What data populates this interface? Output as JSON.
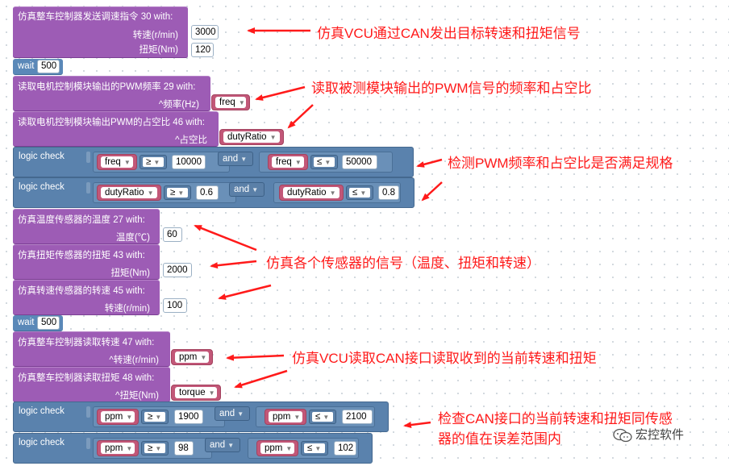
{
  "blocks": {
    "b1": {
      "title": "仿真整车控制器发送调速指令  30  with:",
      "p1": "转速(r/min)",
      "v1": "3000",
      "p2": "扭矩(Nm)",
      "v2": "120"
    },
    "wait1": {
      "label": "wait",
      "value": "500"
    },
    "b2": {
      "title": "读取电机控制模块输出的PWM频率  29  with:",
      "p1": "^频率(Hz)",
      "v1": "freq"
    },
    "b3": {
      "title": "读取电机控制模块输出PWM的占空比  46  with:",
      "p1": "^占空比",
      "v1": "dutyRatio"
    },
    "lc1": {
      "label": "logic check",
      "a_var": "freq",
      "a_op": "≥",
      "a_val": "10000",
      "join": "and",
      "b_var": "freq",
      "b_op": "≤",
      "b_val": "50000"
    },
    "lc2": {
      "label": "logic check",
      "a_var": "dutyRatio",
      "a_op": "≥",
      "a_val": "0.6",
      "join": "and",
      "b_var": "dutyRatio",
      "b_op": "≤",
      "b_val": "0.8"
    },
    "b4": {
      "title": "仿真温度传感器的温度  27  with:",
      "p1": "温度(℃)",
      "v1": "60"
    },
    "b5": {
      "title": "仿真扭矩传感器的扭矩  43  with:",
      "p1": "扭矩(Nm)",
      "v1": "2000"
    },
    "b6": {
      "title": "仿真转速传感器的转速  45  with:",
      "p1": "转速(r/min)",
      "v1": "100"
    },
    "wait2": {
      "label": "wait",
      "value": "500"
    },
    "b7": {
      "title": "仿真整车控制器读取转速  47  with:",
      "p1": "^转速(r/min)",
      "v1": "ppm"
    },
    "b8": {
      "title": "仿真整车控制器读取扭矩  48  with:",
      "p1": "^扭矩(Nm)",
      "v1": "torque"
    },
    "lc3": {
      "label": "logic check",
      "a_var": "ppm",
      "a_op": "≥",
      "a_val": "1900",
      "join": "and",
      "b_var": "ppm",
      "b_op": "≤",
      "b_val": "2100"
    },
    "lc4": {
      "label": "logic check",
      "a_var": "ppm",
      "a_op": "≥",
      "a_val": "98",
      "join": "and",
      "b_var": "ppm",
      "b_op": "≤",
      "b_val": "102"
    }
  },
  "annotations": {
    "n1": "仿真VCU通过CAN发出目标转速和扭矩信号",
    "n2": "读取被测模块输出的PWM信号的频率和占空比",
    "n3": "检测PWM频率和占空比是否满足规格",
    "n4": "仿真各个传感器的信号（温度、扭矩和转速）",
    "n5": "仿真VCU读取CAN接口读取收到的当前转速和扭矩",
    "n6a": "检查CAN接口的当前转速和扭矩同传感",
    "n6b": "器的值在误差范围内"
  },
  "watermark": "宏控软件",
  "colors": {
    "annotation": "#ff1a1a",
    "purple_block": "#9d5cb5",
    "logic_block": "#5a82ad",
    "variable": "#c25778"
  }
}
